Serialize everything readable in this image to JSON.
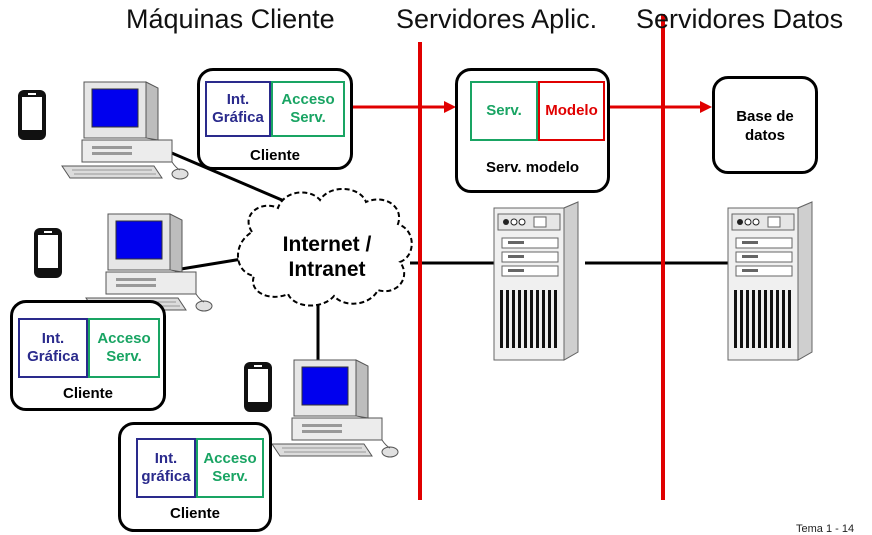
{
  "columns": {
    "clients": "Máquinas Cliente",
    "app_servers": "Servidores Aplic.",
    "data_servers": "Servidores Datos"
  },
  "client_top": {
    "gui": "Int.\nGráfica",
    "access": "Acceso\nServ.",
    "caption": "Cliente"
  },
  "client_mid": {
    "gui": "Int.\nGráfica",
    "access": "Acceso\nServ.",
    "caption": "Cliente"
  },
  "client_bottom": {
    "gui": "Int.\ngráfica",
    "access": "Acceso\nServ.",
    "caption": "Cliente"
  },
  "app_server": {
    "serv": "Serv.",
    "model": "Modelo",
    "caption": "Serv. modelo"
  },
  "database": {
    "label": "Base de\ndatos"
  },
  "network": {
    "label": "Internet /\nIntranet"
  },
  "footer": "Tema 1 - 14",
  "colors": {
    "divider": "#e00000",
    "gui": "#2a2a8c",
    "access": "#19a463",
    "model": "#e00000",
    "screen": "#0000ee"
  }
}
